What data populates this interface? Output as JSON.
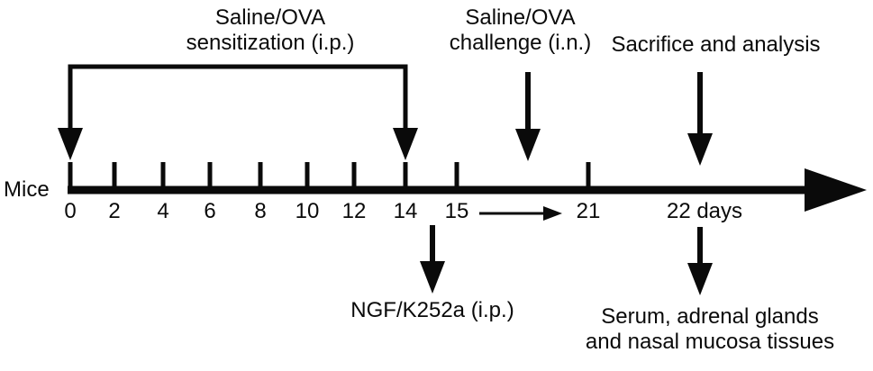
{
  "diagram": {
    "mice_label": "Mice",
    "sensitization": {
      "line1": "Saline/OVA",
      "line2": "sensitization (i.p.)"
    },
    "challenge": {
      "line1": "Saline/OVA",
      "line2": "challenge (i.n.)"
    },
    "sacrifice_label": "Sacrifice and analysis",
    "ngf_label": "NGF/K252a (i.p.)",
    "serum": {
      "line1": "Serum, adrenal glands",
      "line2": "and nasal mucosa tissues"
    },
    "timeline": {
      "ticks": [
        "0",
        "2",
        "4",
        "6",
        "8",
        "10",
        "12",
        "14",
        "15",
        "21"
      ],
      "day22_label": "22 days"
    },
    "colors": {
      "ink": "#0a0a0a",
      "background": "#ffffff"
    }
  }
}
